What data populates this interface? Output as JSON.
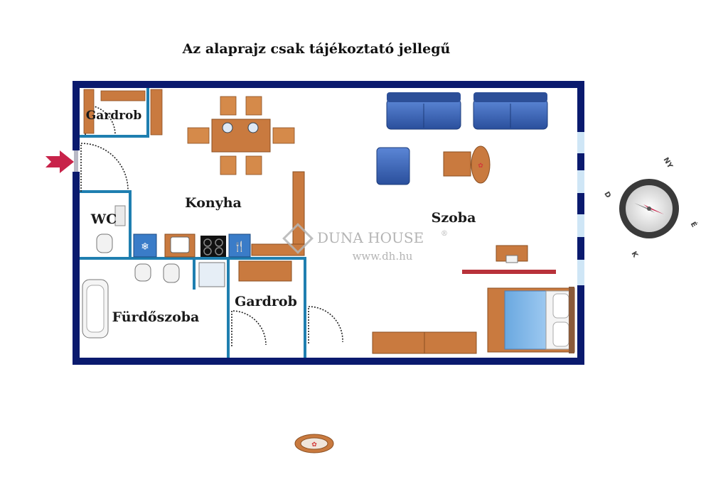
{
  "title": "Az alaprajz csak tájékoztató jellegű",
  "rooms": {
    "gardrob_top": "Gardrob",
    "konyha": "Konyha",
    "wc": "WC",
    "szoba": "Szoba",
    "furdoszoba": "Fürdőszoba",
    "gardrob_bottom": "Gardrob"
  },
  "watermark": {
    "brand": "DUNA HOUSE",
    "registered": "®",
    "url": "www.dh.hu"
  },
  "compass": {
    "north": "NY",
    "east": "É",
    "south": "K",
    "west": "D"
  },
  "colors": {
    "outer_wall": "#0a1a6e",
    "inner_wall": "#1f7fb0",
    "furniture_wood": "#c97a3f",
    "sofa_blue": "#3a66b8",
    "entrance_arrow": "#c8234a",
    "shelf_red": "#b8323a"
  }
}
